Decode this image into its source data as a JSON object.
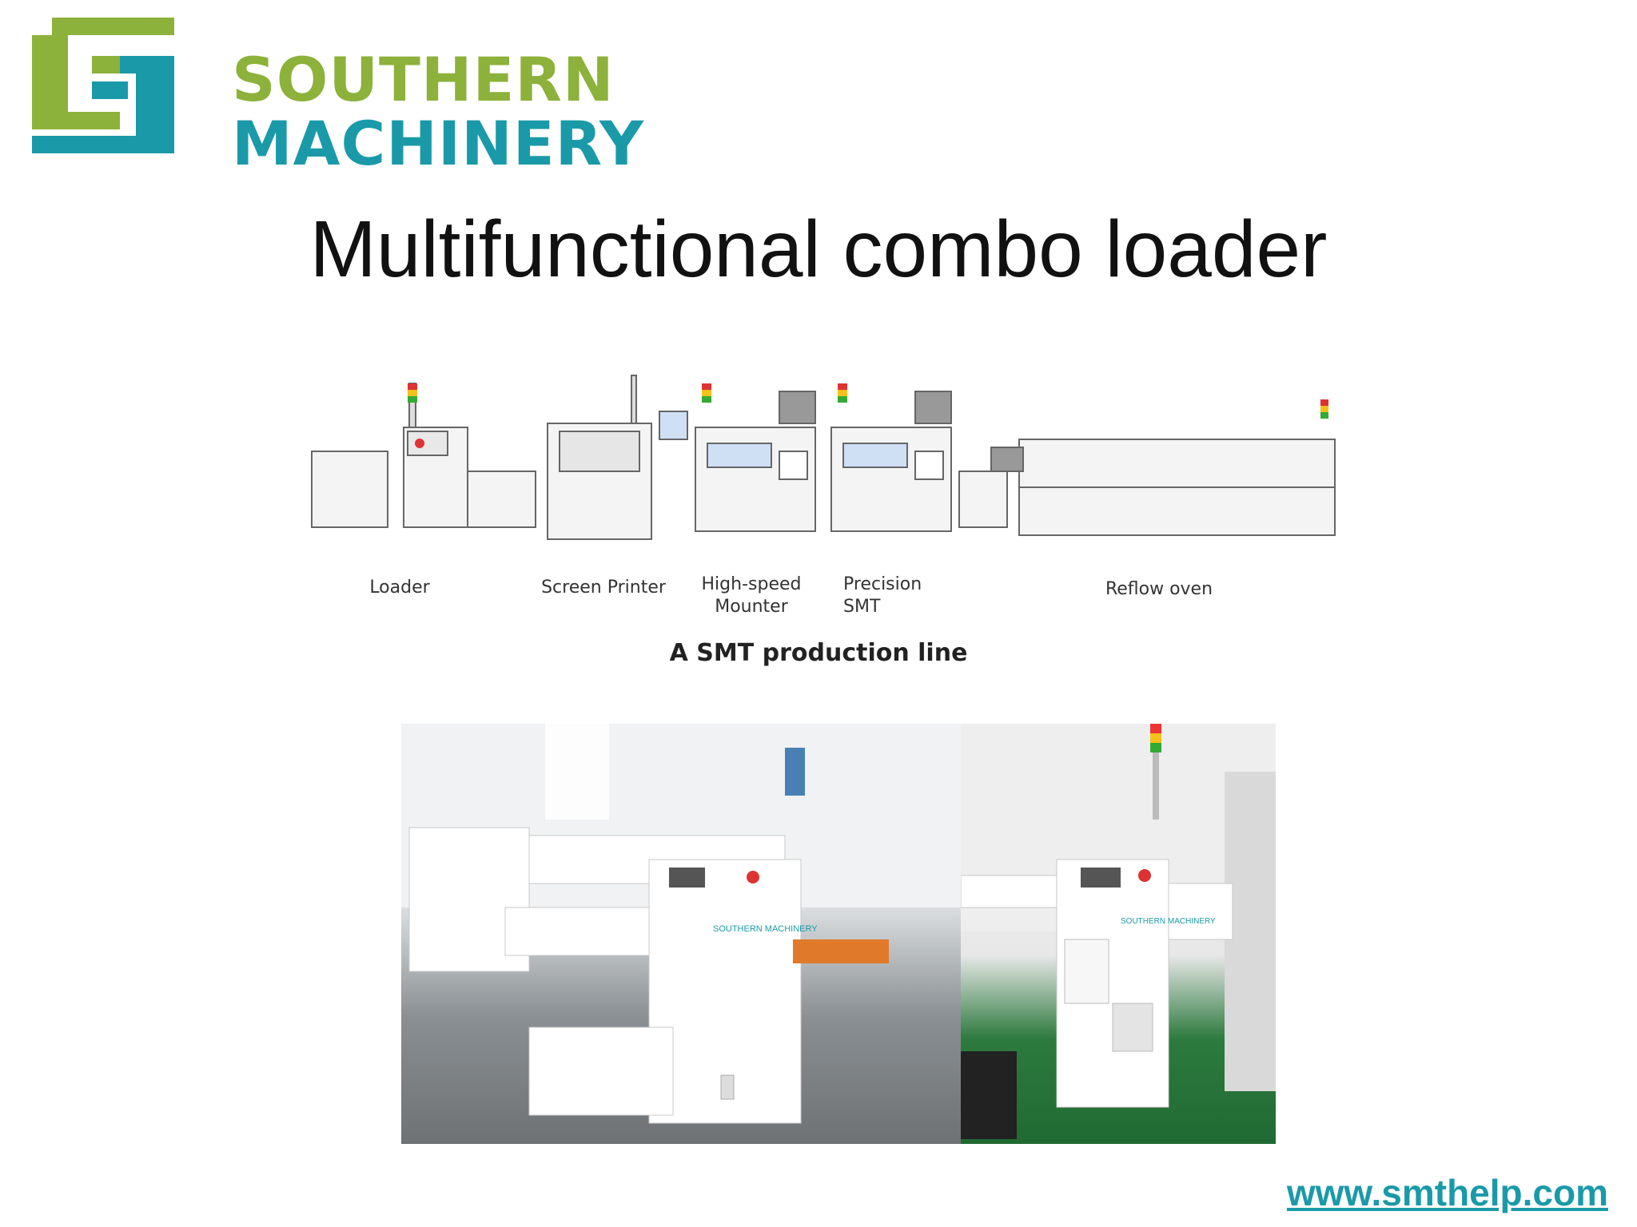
{
  "brand": {
    "name_line1": "SOUTHERN",
    "name_line2": "MACHINERY",
    "colors": {
      "green": "#8cb23b",
      "teal": "#1a9aa8"
    }
  },
  "slide": {
    "title": "Multifunctional combo loader"
  },
  "diagram": {
    "stages": [
      {
        "label": "Loader"
      },
      {
        "label": "Screen Printer"
      },
      {
        "label": "High-speed\nMounter"
      },
      {
        "label": "Precision\nSMT"
      },
      {
        "label": "Reflow oven"
      }
    ],
    "caption": "A SMT production line"
  },
  "photos": {
    "left_brand": "SOUTHERN MACHINERY",
    "right_brand": "SOUTHERN MACHINERY"
  },
  "footer": {
    "website": "www.smthelp.com"
  }
}
